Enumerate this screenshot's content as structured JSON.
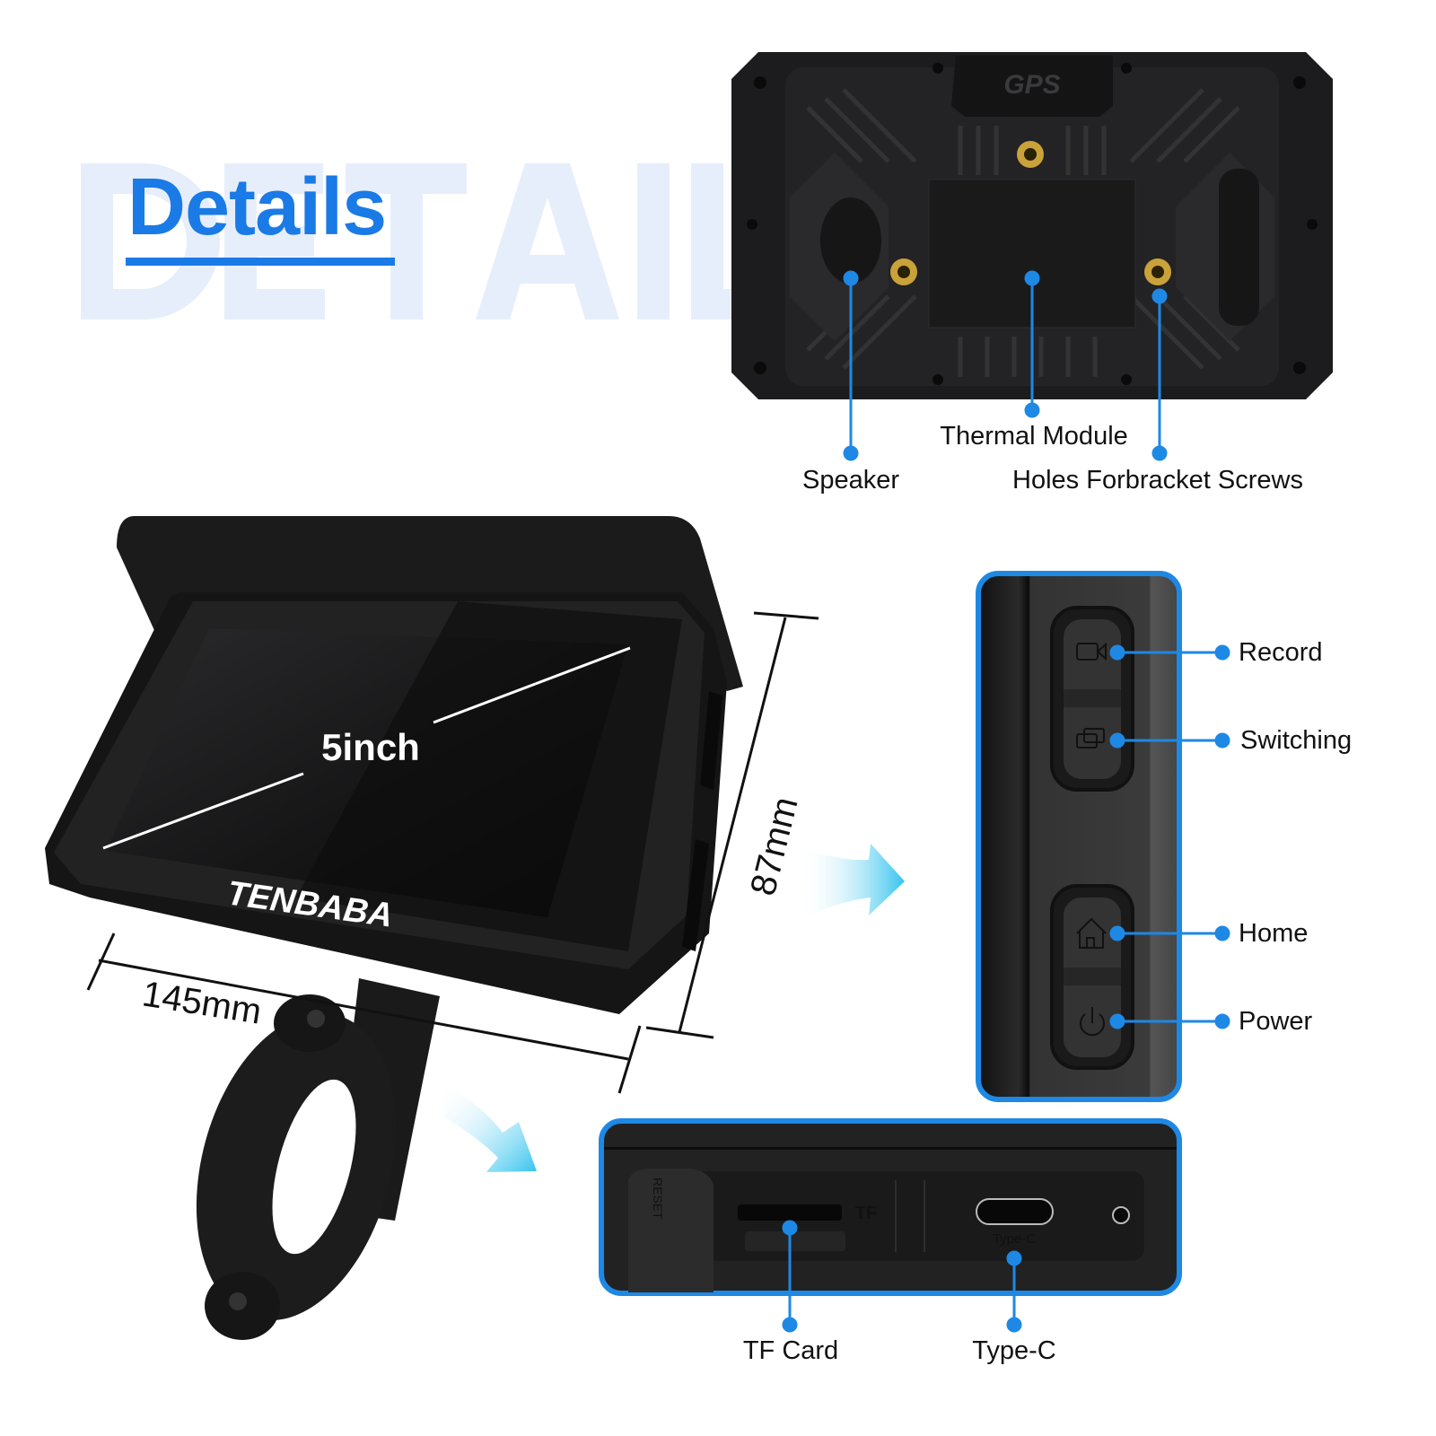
{
  "header": {
    "watermark": "DETAIL",
    "title": "Details"
  },
  "back_view": {
    "gps_label": "GPS",
    "callouts": [
      {
        "label": "Speaker"
      },
      {
        "label": "Thermal Module"
      },
      {
        "label": "Holes Forbracket Screws"
      }
    ]
  },
  "front_view": {
    "screen_size": "5inch",
    "brand_logo": "TENBABA",
    "height_dimension": "87mm",
    "width_dimension": "145mm"
  },
  "side_buttons": {
    "callouts": [
      {
        "label": "Record",
        "icon": "video-camera-icon"
      },
      {
        "label": "Switching",
        "icon": "switch-screens-icon"
      },
      {
        "label": "Home",
        "icon": "home-icon"
      },
      {
        "label": "Power",
        "icon": "power-icon"
      }
    ]
  },
  "bottom_ports": {
    "printed": {
      "reset": "RESET",
      "tf": "TF",
      "typec": "Type-C"
    },
    "callouts": [
      {
        "label": "TF Card"
      },
      {
        "label": "Type-C"
      }
    ]
  },
  "colors": {
    "accent": "#1a7ae6",
    "callout": "#1e88e5",
    "watermark": "#e7eefb",
    "device": "#1c1c1e",
    "screw": "#c9a23a"
  }
}
